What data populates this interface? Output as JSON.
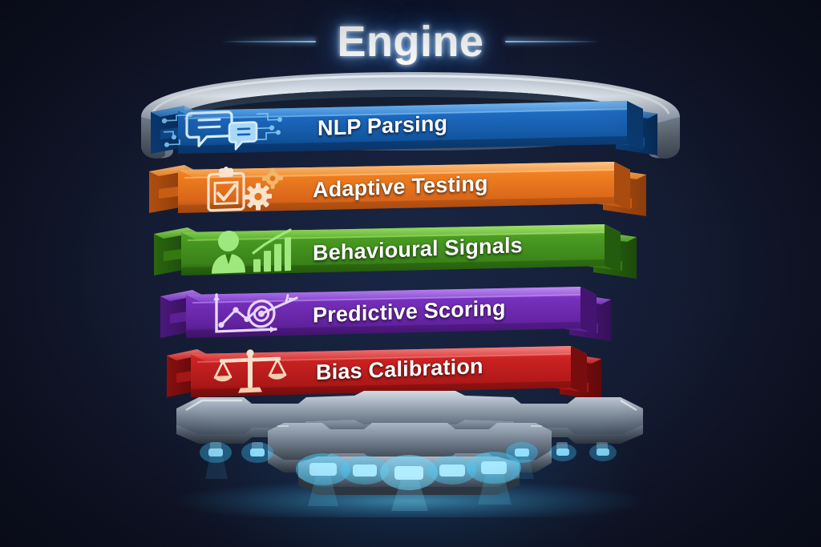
{
  "header": {
    "title": "Engine",
    "left_rule": "decorative-rule",
    "right_rule": "decorative-rule"
  },
  "theme": {
    "background": "#11162a",
    "title_glow": "#8cc8ff",
    "led_glow": "#45d3ff",
    "metal_light": "#cdd6e0",
    "metal_dark": "#5d6a7a"
  },
  "stack": {
    "layers": [
      {
        "label": "NLP Parsing",
        "icon": "chat-bubbles-circuit-icon",
        "color_top": "#2a7fd4",
        "color_face": "#1560b4",
        "color_side": "#0d3f7d",
        "color_tab": "#1a6cc2",
        "icon_color": "#bfe2ff"
      },
      {
        "label": "Adaptive Testing",
        "icon": "clipboard-check-gears-icon",
        "color_top": "#f08a2a",
        "color_face": "#e2721b",
        "color_side": "#a84a0d",
        "color_tab": "#ef8421",
        "icon_color": "#fbe3cc"
      },
      {
        "label": "Behavioural Signals",
        "icon": "person-bar-chart-icon",
        "color_top": "#5aab2a",
        "color_face": "#3f8c1d",
        "color_side": "#27610f",
        "color_tab": "#66b832",
        "icon_color": "#9fe87e"
      },
      {
        "label": "Predictive Scoring",
        "icon": "line-chart-target-arrow-icon",
        "color_top": "#7d37c4",
        "color_face": "#6a27ad",
        "color_side": "#481579",
        "color_tab": "#8340cc",
        "icon_color": "#e6d6ff"
      },
      {
        "label": "Bias Calibration",
        "icon": "scales-of-justice-icon",
        "color_top": "#d42727",
        "color_face": "#bb1a1a",
        "color_side": "#7d0f0f",
        "color_tab": "#d52b2b",
        "icon_color": "#fadfc9"
      }
    ]
  },
  "base": {
    "name": "metallic-gear-pedestal",
    "led_count": 11
  }
}
